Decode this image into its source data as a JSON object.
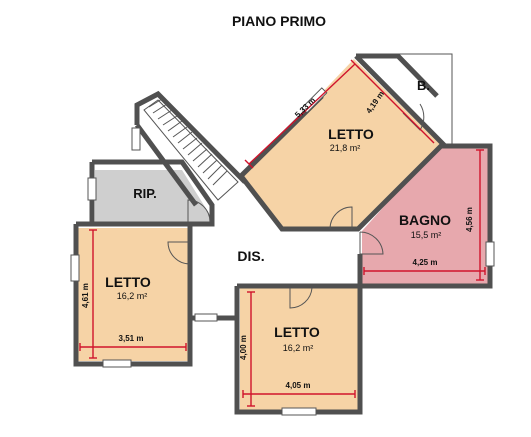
{
  "title": "PIANO PRIMO",
  "colors": {
    "bedroom": "#f6d3a6",
    "bathroom": "#e7a8ad",
    "storage": "#cfcfcf",
    "hall": "#ffffff",
    "wall": "#505050",
    "dimension": "#d0142c"
  },
  "rooms": {
    "letto_top": {
      "name": "LETTO",
      "area": "21,8 m²"
    },
    "bagno": {
      "name": "BAGNO",
      "area": "15,5 m²"
    },
    "bagno_small": {
      "name": "B."
    },
    "rip": {
      "name": "RIP."
    },
    "dis": {
      "name": "DIS."
    },
    "letto_left": {
      "name": "LETTO",
      "area": "16,2 m²"
    },
    "letto_bottom": {
      "name": "LETTO",
      "area": "16,2 m²"
    }
  },
  "dimensions": {
    "letto_top_diag": "5,33 m",
    "letto_top_width": "4,19 m",
    "bagno_height": "4,56 m",
    "bagno_width": "4,25 m",
    "letto_left_height": "4,61 m",
    "letto_left_width": "3,51 m",
    "letto_bottom_height": "4,00 m",
    "letto_bottom_width": "4,05 m"
  }
}
